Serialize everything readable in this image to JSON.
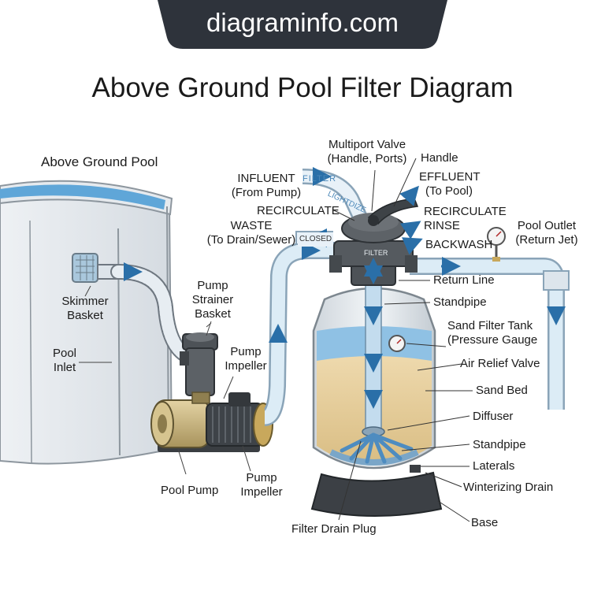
{
  "site": {
    "banner": "diagraminfo.com"
  },
  "title": "Above Ground Pool Filter Diagram",
  "labels": {
    "above_ground_pool": "Above Ground Pool",
    "skimmer_basket": [
      "Skimmer",
      "Basket"
    ],
    "pool_inlet": [
      "Pool",
      "Inlet"
    ],
    "pump_strainer_basket": [
      "Pump",
      "Strainer",
      "Basket"
    ],
    "pump_impeller_upper": [
      "Pump",
      "Impeller"
    ],
    "pool_pump": "Pool Pump",
    "pump_impeller_lower": [
      "Pump",
      "Impeller"
    ],
    "multiport_valve": [
      "Multiport Valve",
      "(Handle, Ports)"
    ],
    "handle": "Handle",
    "influent": [
      "INFLUENT",
      "(From Pump)"
    ],
    "effluent": [
      "EFFLUENT",
      "(To Pool)"
    ],
    "recirculate_left": "RECIRCULATE",
    "recirculate_rinse": [
      "RECIRCULATE",
      "RINSE"
    ],
    "waste": [
      "WASTE",
      "(To Drain/Sewer)"
    ],
    "backwash": "BACKWASH",
    "pool_outlet": [
      "Pool Outlet",
      "(Return Jet)"
    ],
    "return_line": "Return Line",
    "standpipe_top": "Standpipe",
    "sand_filter_tank": [
      "Sand Filter Tank",
      "(Pressure Gauge"
    ],
    "air_relief_valve": "Air Relief Valve",
    "sand_bed": "Sand Bed",
    "diffuser": "Diffuser",
    "standpipe_bottom": "Standpipe",
    "laterals": "Laterals",
    "winterizing_drain": "Winterizing Drain",
    "base": "Base",
    "filter_drain_plug": "Filter Drain Plug"
  },
  "tags": {
    "filter_pipe": "FILTER",
    "lightdize": "LIGHTDIZE",
    "closed": "CLOSED",
    "filter_valve": "FILTER"
  },
  "colors": {
    "banner": "#2e333b",
    "water": "#5fa6d8",
    "pipe": "#dcecf6",
    "arrow": "#2a6fa8",
    "sand": "#e6cf9f",
    "tank_dark": "#4d5257",
    "pump_gold": "#c7b17a"
  }
}
